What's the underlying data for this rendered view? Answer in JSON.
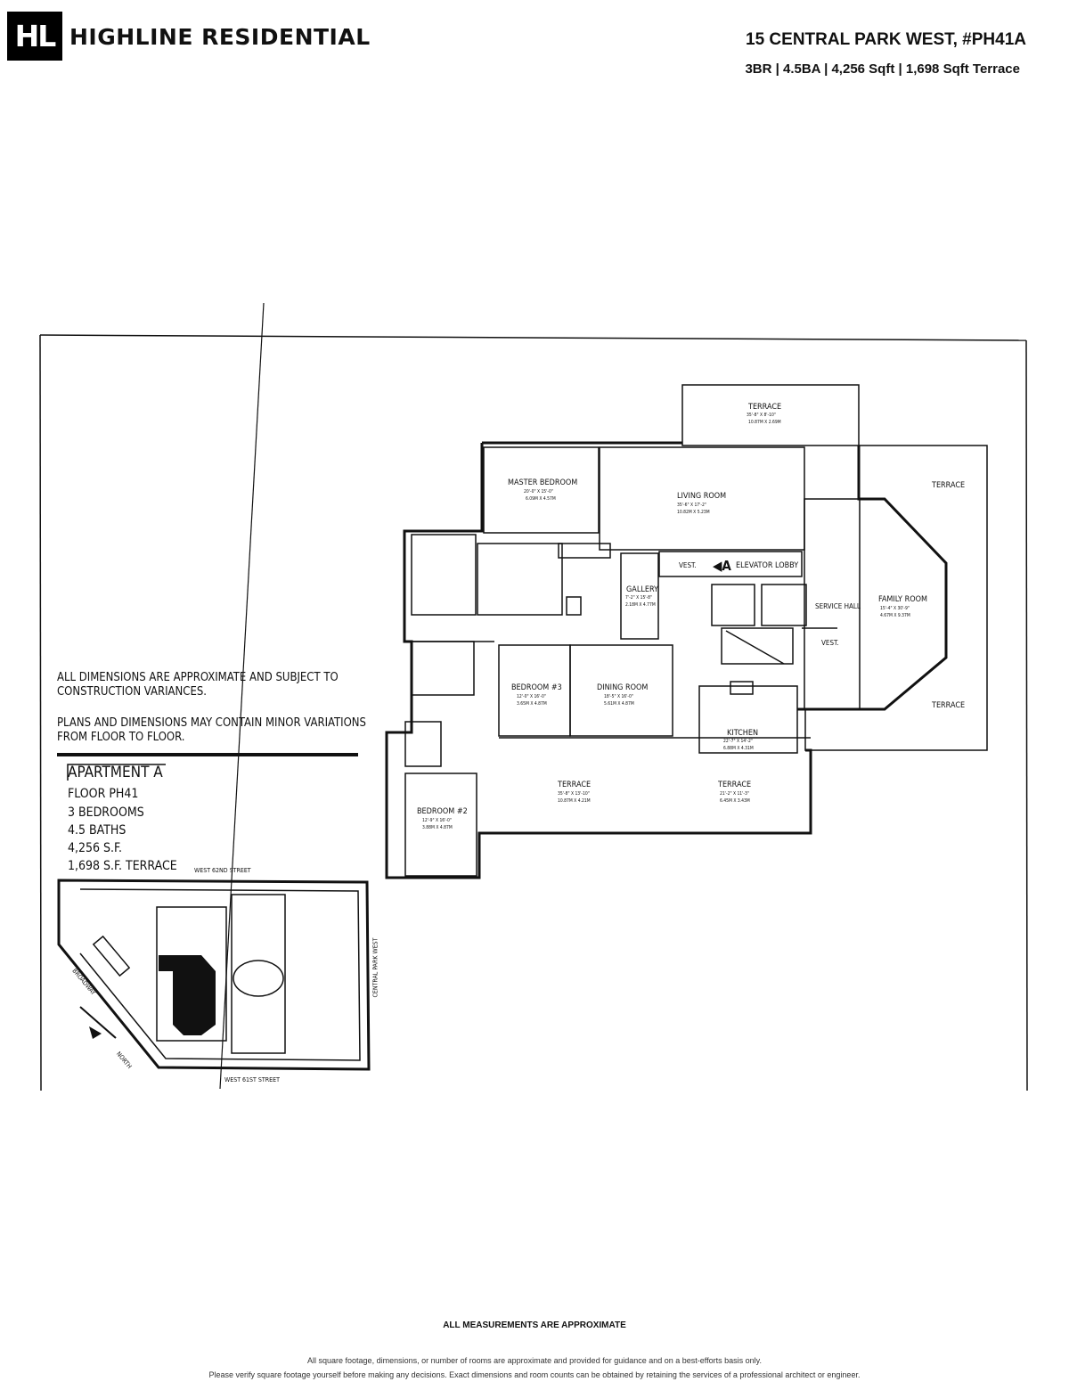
{
  "header": {
    "logo_mark": "HL",
    "brand": "HIGHLINE RESIDENTIAL",
    "address": "15 CENTRAL PARK WEST, #PH41A",
    "summary": "3BR | 4.5BA | 4,256 Sqft | 1,698 Sqft Terrace"
  },
  "notes": {
    "line1": "ALL DIMENSIONS ARE APPROXIMATE AND SUBJECT TO",
    "line2": "CONSTRUCTION VARIANCES.",
    "line3": "PLANS AND DIMENSIONS MAY CONTAIN MINOR VARIATIONS",
    "line4": "FROM FLOOR TO FLOOR."
  },
  "apartment": {
    "title": "APARTMENT A",
    "floor": "FLOOR PH41",
    "bedrooms": "3 BEDROOMS",
    "baths": "4.5 BATHS",
    "area": "4,256 S.F.",
    "terrace": "1,698 S.F. TERRACE"
  },
  "rooms": {
    "terrace_top": "TERRACE",
    "terrace_top_dim": "35'-8\" X 8'-10\"",
    "terrace_top_dim_m": "10.87M X 2.69M",
    "terrace_right_top": "TERRACE",
    "terrace_right_bottom": "TERRACE",
    "master_bedroom": "MASTER BEDROOM",
    "master_bedroom_dim": "20'-0\" X 15'-0\"",
    "master_bedroom_dim_m": "6.09M X 4.57M",
    "living_room": "LIVING ROOM",
    "living_room_dim": "35'-6\" X 17'-2\"",
    "living_room_dim_m": "10.82M X 5.23M",
    "elevator_lobby": "ELEVATOR LOBBY",
    "vest_left": "VEST.",
    "vest_right": "VEST.",
    "gallery": "GALLERY",
    "gallery_dim": "7'-2\" X 15'-8\"",
    "gallery_dim_m": "2.18M X 4.77M",
    "service_hall": "SERVICE HALL",
    "family_room": "FAMILY ROOM",
    "family_room_dim": "15'-4\" X 30'-9\"",
    "family_room_dim_m": "4.67M X 9.37M",
    "bedroom3": "BEDROOM #3",
    "bedroom3_dim": "12'-0\" X 16'-0\"",
    "bedroom3_dim_m": "3.65M X 4.87M",
    "dining_room": "DINING ROOM",
    "dining_room_dim": "18'-5\" X 16'-0\"",
    "dining_room_dim_m": "5.61M X 4.87M",
    "kitchen": "KITCHEN",
    "kitchen_dim": "22'-7\" X 14'-2\"",
    "kitchen_dim_m": "6.88M X 4.31M",
    "terrace_mid": "TERRACE",
    "terrace_mid_dim": "35'-8\" X 13'-10\"",
    "terrace_mid_dim_m": "10.87M X 4.21M",
    "terrace_right": "TERRACE",
    "terrace_right_dim": "21'-2\" X 11'-3\"",
    "terrace_right_dim_m": "6.45M X 3.43M",
    "bedroom2": "BEDROOM #2",
    "bedroom2_dim": "12'-9\" X 16'-0\"",
    "bedroom2_dim_m": "3.88M X 4.87M"
  },
  "site": {
    "north_street": "WEST 62ND STREET",
    "south_street": "WEST 61ST STREET",
    "east_street": "CENTRAL PARK WEST",
    "west_street": "BROADWAY",
    "north_label": "NORTH"
  },
  "footer": {
    "approx": "ALL MEASUREMENTS ARE APPROXIMATE",
    "line1": "All square footage, dimensions, or number of rooms are approximate and provided for guidance and on a best-efforts basis only.",
    "line2": "Please verify square footage yourself before making any decisions. Exact dimensions and room counts can be obtained by retaining the services of a professional architect or engineer."
  },
  "colors": {
    "ink": "#111111",
    "logo_bg": "#000000"
  }
}
